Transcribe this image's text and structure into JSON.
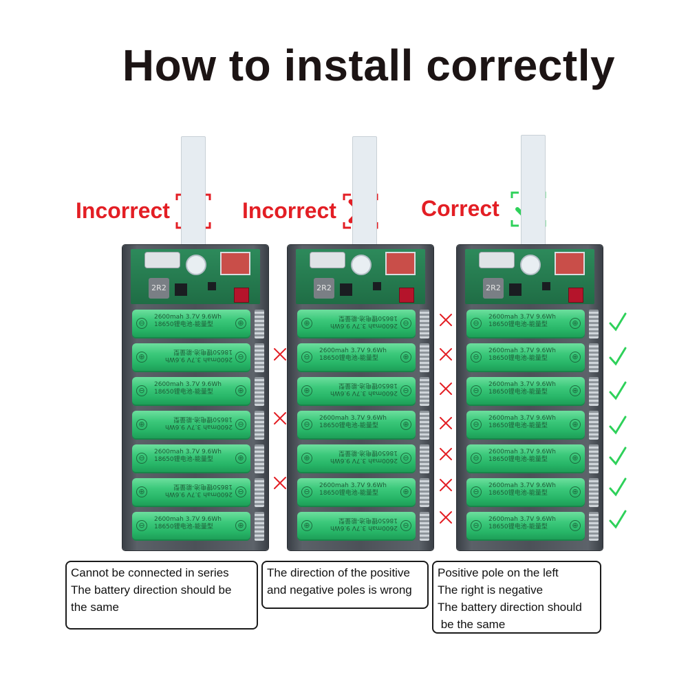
{
  "title": "How to install correctly",
  "panels": [
    {
      "status": "Incorrect",
      "status_color": "#e31e24",
      "icon": "x-icon",
      "battery_text": [
        "2600mah  3.7V  9.6Wh",
        "18650锂电池-能量型"
      ],
      "orientation": [
        "normal",
        "flip",
        "normal",
        "flip",
        "normal",
        "flip",
        "normal"
      ],
      "gap_marks": "x-mark-icon",
      "caption": [
        "Cannot be connected in series",
        "The battery direction should be",
        "the same"
      ]
    },
    {
      "status": "Incorrect",
      "status_color": "#e31e24",
      "icon": "x-icon",
      "battery_text": [
        "2600mah  3.7V  9.6Wh",
        "18650锂电池-能量型"
      ],
      "orientation": [
        "flip",
        "normal",
        "flip",
        "normal",
        "flip",
        "normal",
        "flip"
      ],
      "gap_marks": "x-mark-icon",
      "caption": [
        "The direction of the positive",
        "and negative poles is wrong"
      ]
    },
    {
      "status": "Correct",
      "status_color": "#2ed15a",
      "icon": "check-icon",
      "battery_text": [
        "2600mah  3.7V  9.6Wh",
        "18650锂电池-能量型"
      ],
      "orientation": [
        "normal",
        "normal",
        "normal",
        "normal",
        "normal",
        "normal",
        "normal"
      ],
      "gap_marks": "check-mark-icon",
      "caption": [
        "Positive pole on the left",
        "The right is negative",
        "The battery direction should",
        " be the same"
      ]
    }
  ],
  "colors": {
    "x_red": "#e31e24",
    "check_green": "#2ed15a",
    "battery_green": "#3cc97b"
  }
}
